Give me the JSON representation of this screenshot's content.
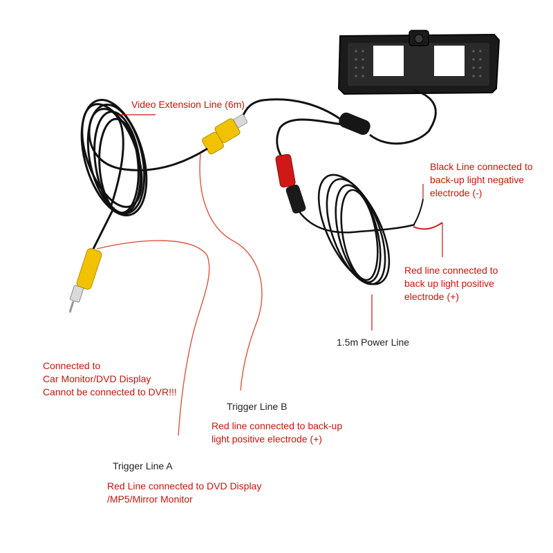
{
  "colors": {
    "label_red": "#c8140a",
    "label_dark": "#222222",
    "cable": "#111111",
    "connector_yellow": "#f2c200",
    "connector_red": "#d01818",
    "trigger_wire": "#e0533c"
  },
  "labels": {
    "video_extension": "Video Extension Line (6m)",
    "black_line": [
      "Black Line connected to",
      "back-up light negative",
      "electrode (-)"
    ],
    "red_line_power": [
      "Red line connected to",
      "back up light positive",
      "electrode (+)"
    ],
    "power_line": "1.5m Power Line",
    "monitor": [
      "Connected to",
      "Car Monitor/DVD Display",
      "Cannot be connected to DVR!!!"
    ],
    "trigger_b_title": "Trigger Line B",
    "trigger_b_desc": [
      "Red line connected to back-up",
      "light positive electrode (+)"
    ],
    "trigger_a_title": "Trigger Line A",
    "trigger_a_desc": [
      "Red Line connected to DVD Display",
      "/MP5/Mirror Monitor"
    ]
  }
}
